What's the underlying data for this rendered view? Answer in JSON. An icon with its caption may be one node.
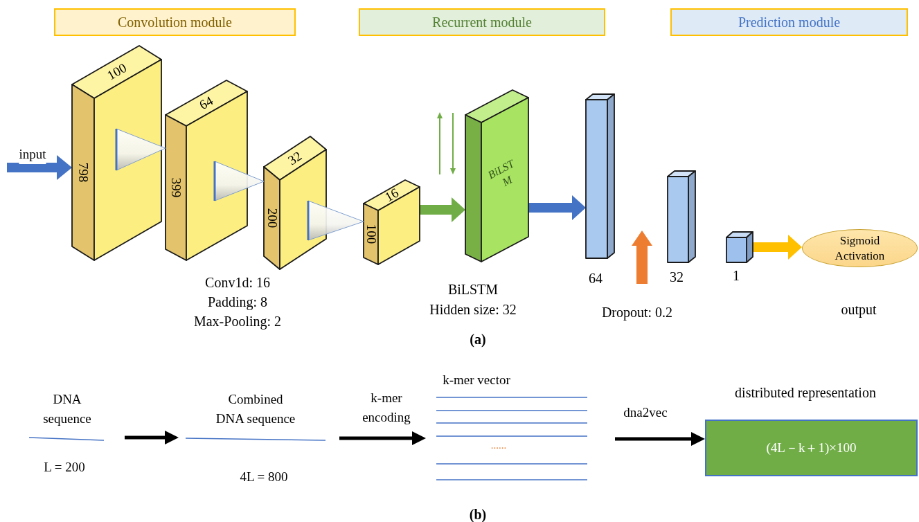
{
  "diagram": {
    "nodes": [
      {
        "text": [
          "Convolution module"
        ]
      },
      {
        "text": [
          "Recurrent module"
        ]
      },
      {
        "text": [
          "Prediction module"
        ]
      },
      {
        "text": [
          "100",
          "798"
        ]
      },
      {
        "text": [
          "64",
          "399"
        ]
      },
      {
        "text": [
          "32",
          "200"
        ]
      },
      {
        "text": [
          "16",
          "100"
        ]
      },
      {
        "text": [
          "BiLST M"
        ],
        "beside": [
          "BiLSTM",
          "Hidden size: 32"
        ]
      },
      {
        "text": [],
        "shape": "bar",
        "beside": [
          "64"
        ]
      },
      {
        "text": [],
        "shape": "bar",
        "beside": [
          "32"
        ]
      },
      {
        "text": [],
        "shape": "box",
        "beside": [
          "1"
        ]
      },
      {
        "text": [
          "Sigmoid Activation"
        ],
        "beside": [
          "output"
        ]
      },
      {
        "text": [
          "DNA sequence",
          "L = 200"
        ]
      },
      {
        "text": [
          "Combined DNA sequence",
          "4L = 800"
        ]
      },
      {
        "text": [
          "k-mer vector",
          "......"
        ]
      },
      {
        "text": [
          "(4L－k＋1)×100"
        ],
        "beside": [
          "distributed representation"
        ]
      }
    ],
    "edges": [
      {
        "from": null,
        "to": 3,
        "arrow": "to",
        "label": "input",
        "color": "#4472c4"
      },
      {
        "from": 6,
        "to": 7,
        "arrow": "to",
        "color": "#70ad47"
      },
      {
        "from": 7,
        "to": 8,
        "arrow": "to",
        "color": "#4472c4"
      },
      {
        "from": 10,
        "to": 11,
        "arrow": "to",
        "color": "#ffc000"
      },
      {
        "from": 12,
        "to": 13,
        "arrow": "to"
      },
      {
        "from": 13,
        "to": 14,
        "arrow": "to",
        "label": "k-mer encoding"
      },
      {
        "from": 14,
        "to": 15,
        "arrow": "to",
        "label": "dna2vec"
      }
    ],
    "labels": [
      "Conv1d: 16",
      "Padding: 8",
      "Max-Pooling: 2",
      "Dropout: 0.2",
      "(a)",
      "(b)"
    ]
  }
}
